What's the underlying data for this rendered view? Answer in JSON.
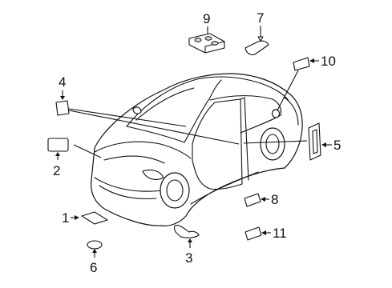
{
  "callouts": [
    {
      "id": "c1",
      "text": "1"
    },
    {
      "id": "c2",
      "text": "2"
    },
    {
      "id": "c3",
      "text": "3"
    },
    {
      "id": "c4",
      "text": "4"
    },
    {
      "id": "c5",
      "text": "5"
    },
    {
      "id": "c6",
      "text": "6"
    },
    {
      "id": "c7",
      "text": "7"
    },
    {
      "id": "c8",
      "text": "8"
    },
    {
      "id": "c9",
      "text": "9"
    },
    {
      "id": "c10",
      "text": "10"
    },
    {
      "id": "c11",
      "text": "11"
    }
  ],
  "colors": {
    "ink": "#111111",
    "paper": "#ffffff",
    "shade": "#d8d8d8"
  }
}
